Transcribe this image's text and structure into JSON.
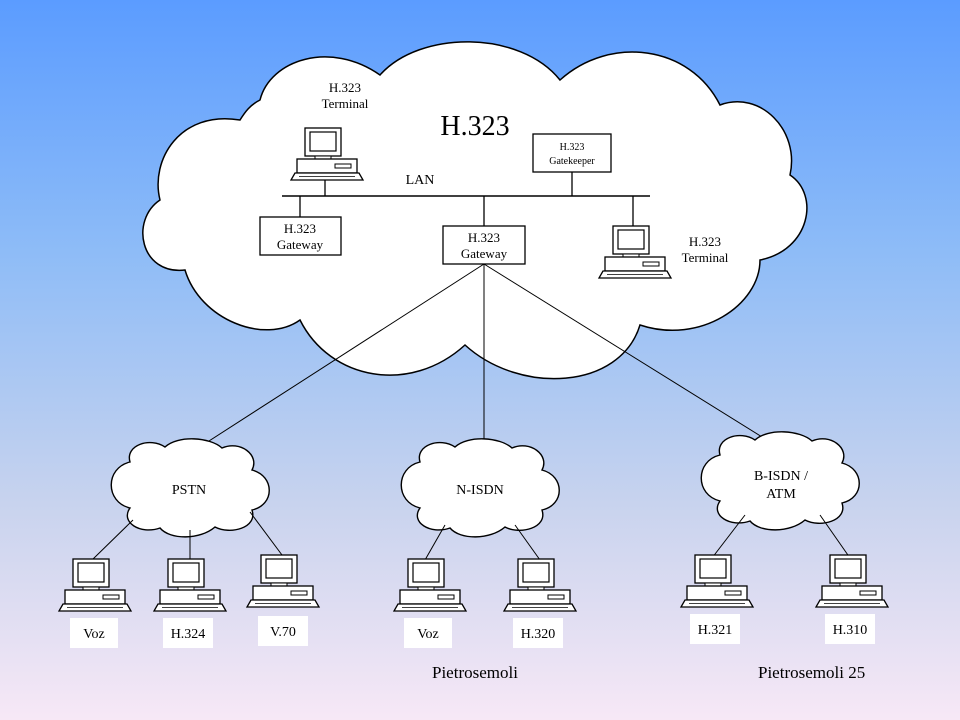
{
  "main_cloud": {
    "title": "H.323"
  },
  "lan": {
    "label": "LAN"
  },
  "terminal_top": {
    "line1": "H.323",
    "line2": "Terminal"
  },
  "terminal_right": {
    "line1": "H.323",
    "line2": "Terminal"
  },
  "gatekeeper": {
    "line1": "H.323",
    "line2": "Gatekeeper"
  },
  "gateway_left": {
    "line1": "H.323",
    "line2": "Gateway"
  },
  "gateway_center": {
    "line1": "H.323",
    "line2": "Gateway"
  },
  "networks": [
    {
      "line1": "PSTN",
      "line2": ""
    },
    {
      "line1": "N-ISDN",
      "line2": ""
    },
    {
      "line1": "B-ISDN /",
      "line2": "ATM"
    }
  ],
  "endpoints": [
    "Voz",
    "H.324",
    "V.70",
    "Voz",
    "H.320",
    "H.321",
    "H.310"
  ],
  "footer": {
    "center": "Pietrosemoli",
    "right": "Pietrosemoli 25"
  }
}
